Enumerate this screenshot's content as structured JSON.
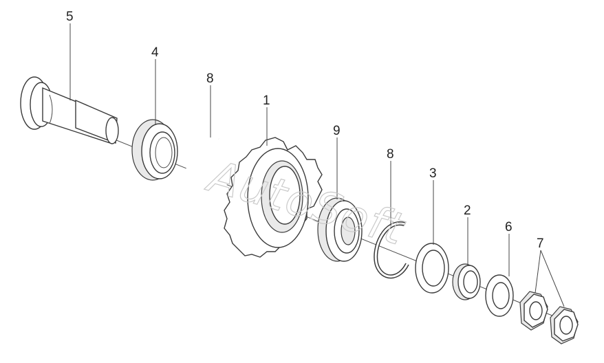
{
  "callouts": {
    "c5": "5",
    "c4": "4",
    "c8a": "8",
    "c1": "1",
    "c9": "9",
    "c8b": "8",
    "c3": "3",
    "c2": "2",
    "c6": "6",
    "c7": "7"
  },
  "watermark": "AutoSoft"
}
